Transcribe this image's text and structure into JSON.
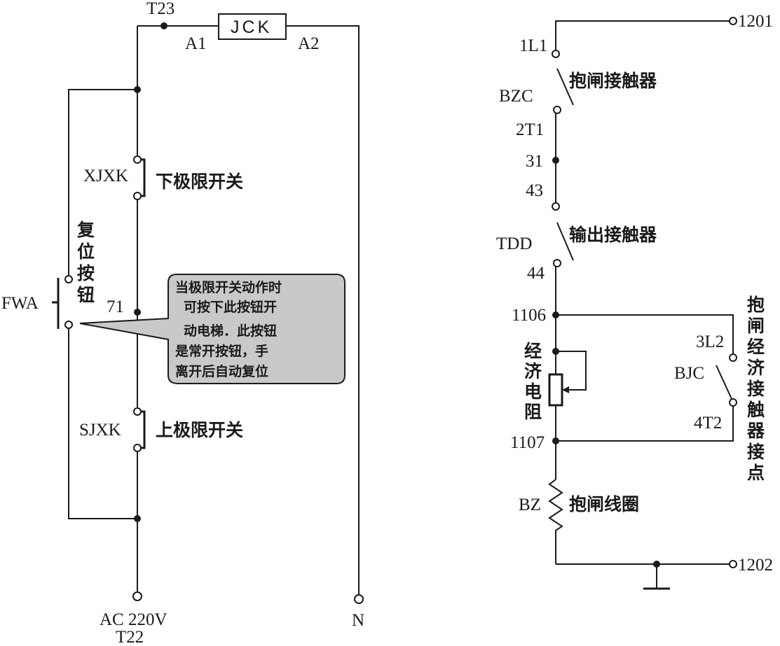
{
  "left_circuit": {
    "relay_label": "JCK",
    "terminal_top": "T23",
    "coil_a1": "A1",
    "coil_a2": "A2",
    "lower_limit_code": "XJXK",
    "lower_limit_name": "下极限开关",
    "upper_limit_code": "SJXK",
    "upper_limit_name": "上极限开关",
    "reset_code": "FWA",
    "reset_name_chars": [
      "复",
      "位",
      "按",
      "钮"
    ],
    "node_71": "71",
    "supply": "AC 220V",
    "supply_terminal": "T22",
    "neutral": "N",
    "callout_lines": [
      "当极限开关动作时",
      "可按下此按钮开",
      "动电梯．此按钮",
      "是常开按钮，手",
      "离开后自动复位"
    ]
  },
  "right_circuit": {
    "term_1201": "1201",
    "term_1l1": "1L1",
    "bzc_code": "BZC",
    "bzc_name": "抱闸接触器",
    "term_2t1": "2T1",
    "node_31": "31",
    "node_43": "43",
    "tdd_code": "TDD",
    "tdd_name": "输出接触器",
    "node_44": "44",
    "node_1106": "1106",
    "node_1107": "1107",
    "resistor_chars": [
      "经",
      "济",
      "电",
      "阻"
    ],
    "term_3l2": "3L2",
    "bjc_code": "BJC",
    "term_4t2": "4T2",
    "bjc_name_chars": [
      "抱",
      "闸",
      "经",
      "济",
      "接",
      "触",
      "器",
      "接",
      "点"
    ],
    "coil_code": "BZ",
    "coil_name": "抱闸线圈",
    "term_1202": "1202"
  },
  "colors": {
    "ink": "#1a1a1a",
    "callout_fill": "#c9c9c9",
    "background": "#ffffff"
  }
}
